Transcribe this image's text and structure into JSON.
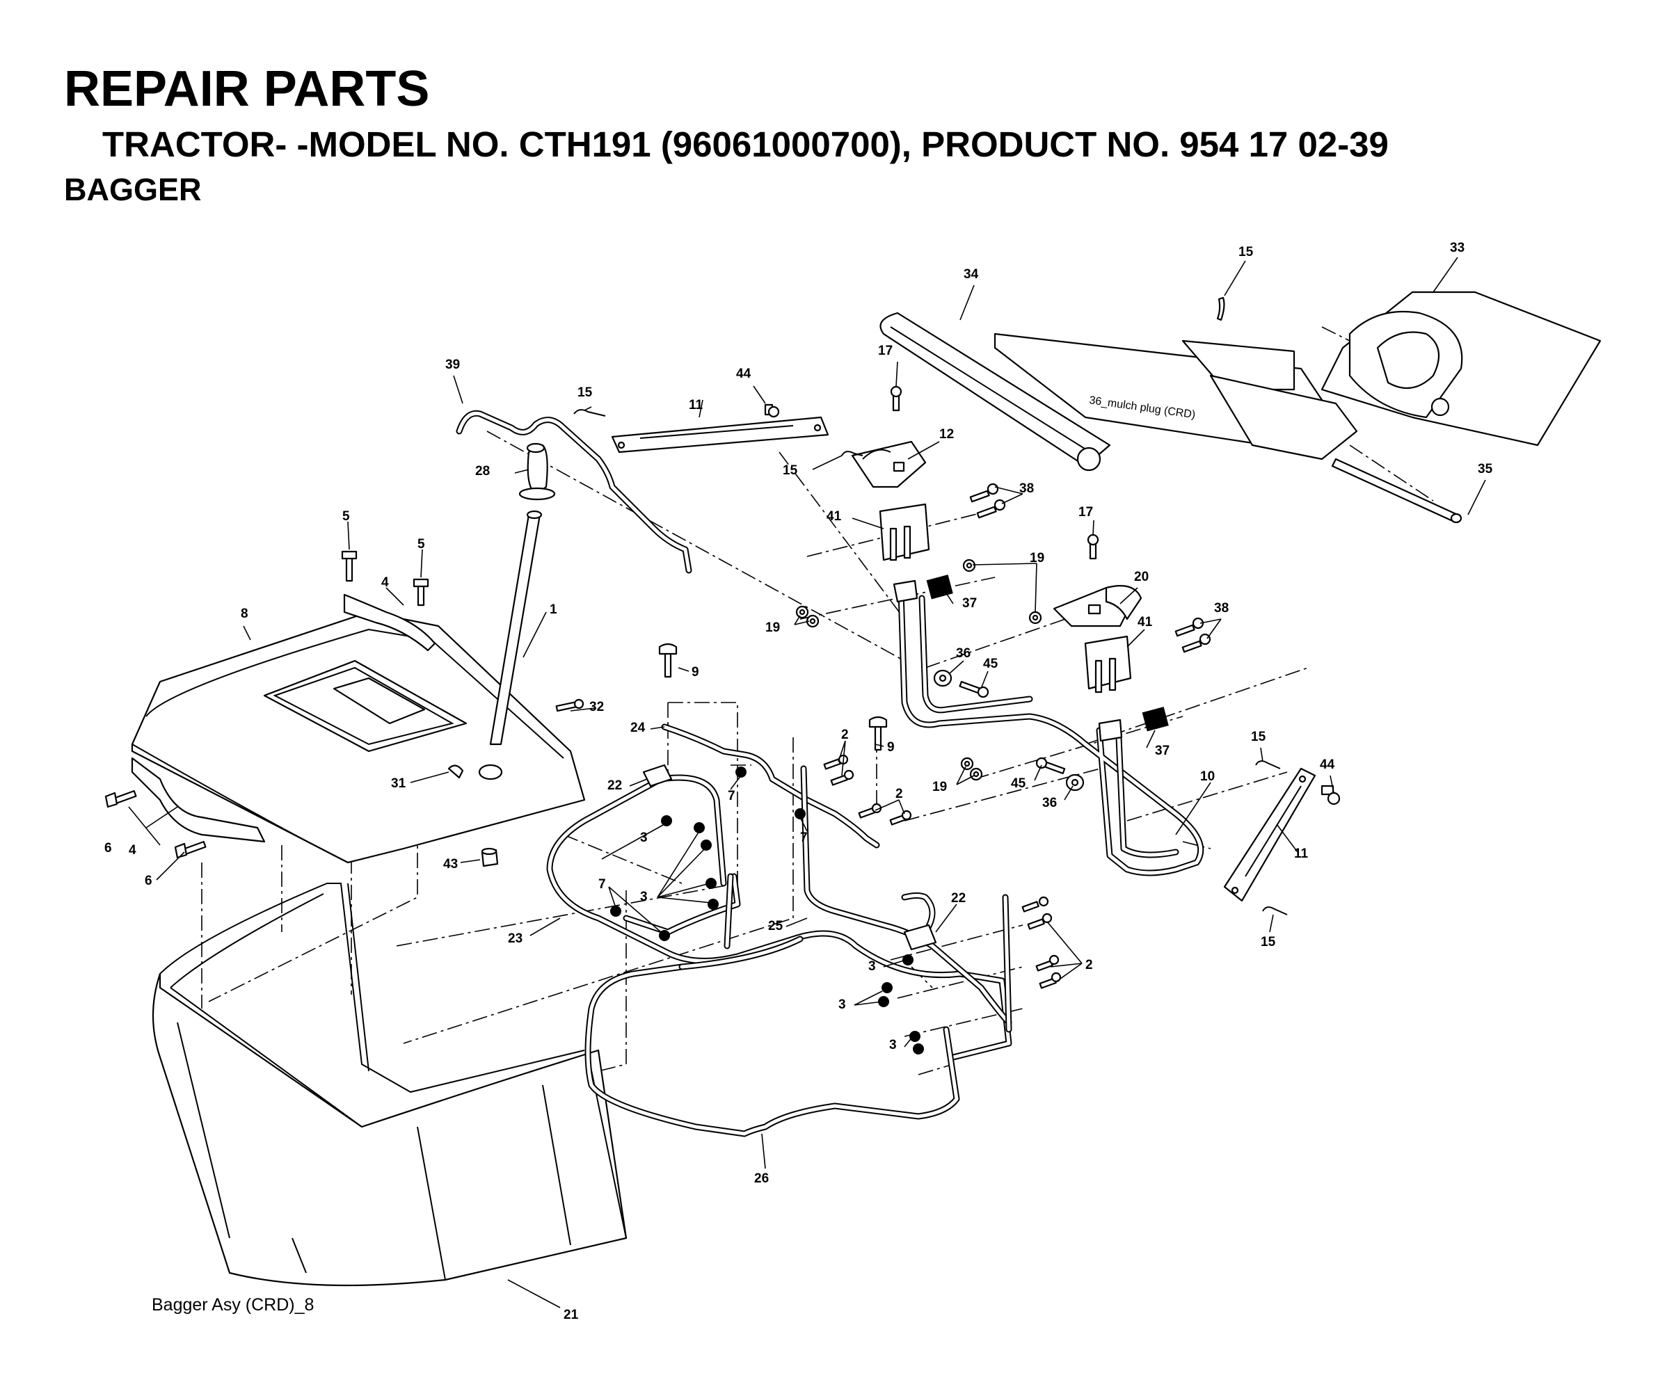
{
  "header": {
    "title": "REPAIR PARTS",
    "subtitle": "TRACTOR- -MODEL NO. CTH191 (96061000700), PRODUCT NO. 954 17 02-39",
    "section": "BAGGER"
  },
  "caption": "Bagger Asy (CRD)_8",
  "annotation": "36_mulch plug (CRD)",
  "callouts": {
    "c1": "1",
    "c2a": "2",
    "c2b": "2",
    "c2c": "2",
    "c3a": "3",
    "c3b": "3",
    "c3c": "3",
    "c3d": "3",
    "c3e": "3",
    "c4a": "4",
    "c4b": "4",
    "c5a": "5",
    "c5b": "5",
    "c6a": "6",
    "c6b": "6",
    "c7a": "7",
    "c7b": "7",
    "c7c": "7",
    "c8": "8",
    "c9a": "9",
    "c9b": "9",
    "c10": "10",
    "c11a": "11",
    "c11b": "11",
    "c12": "12",
    "c15a": "15",
    "c15b": "15",
    "c15c": "15",
    "c15d": "15",
    "c15e": "15",
    "c17a": "17",
    "c17b": "17",
    "c19a": "19",
    "c19b": "19",
    "c19c": "19",
    "c20": "20",
    "c21": "21",
    "c22a": "22",
    "c22b": "22",
    "c23": "23",
    "c24": "24",
    "c25": "25",
    "c26": "26",
    "c28": "28",
    "c31": "31",
    "c32": "32",
    "c33": "33",
    "c34": "34",
    "c35": "35",
    "c36a": "36",
    "c36b": "36",
    "c37a": "37",
    "c37b": "37",
    "c38a": "38",
    "c38b": "38",
    "c39": "39",
    "c41a": "41",
    "c41b": "41",
    "c43": "43",
    "c44a": "44",
    "c44b": "44",
    "c45a": "45",
    "c45b": "45"
  }
}
